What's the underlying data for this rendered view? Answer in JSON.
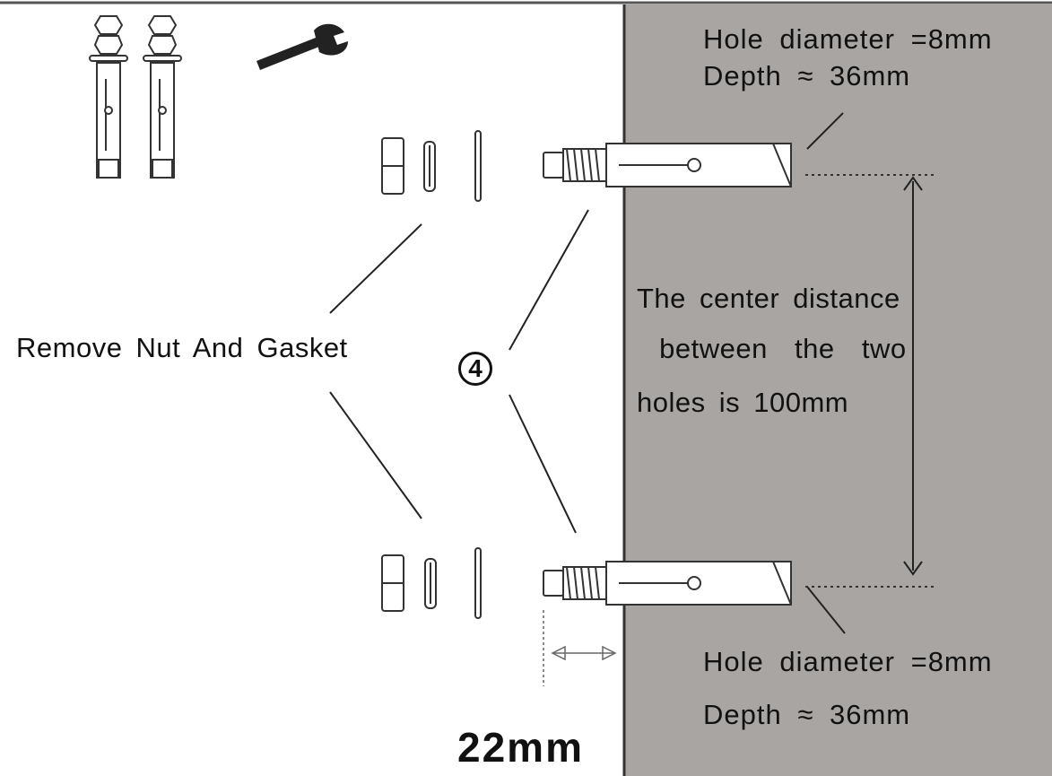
{
  "labels": {
    "top_hole": {
      "diameter": "Hole  diameter  =8mm",
      "depth": "Depth  ≈  36mm"
    },
    "bottom_hole": {
      "diameter": "Hole  diameter  =8mm",
      "depth": "Depth  ≈  36mm"
    },
    "center_distance": [
      "The  center  distance",
      " between  the  two",
      "holes  is  100mm"
    ],
    "remove_note": "Remove  Nut  And  Gasket",
    "step_number": "4",
    "protrusion_dimension": "22mm"
  },
  "colors": {
    "wall": "#a8a5a2",
    "line": "#111111",
    "background": "#ffffff"
  },
  "icons": [
    "expansion-bolt-icon",
    "wrench-icon"
  ]
}
